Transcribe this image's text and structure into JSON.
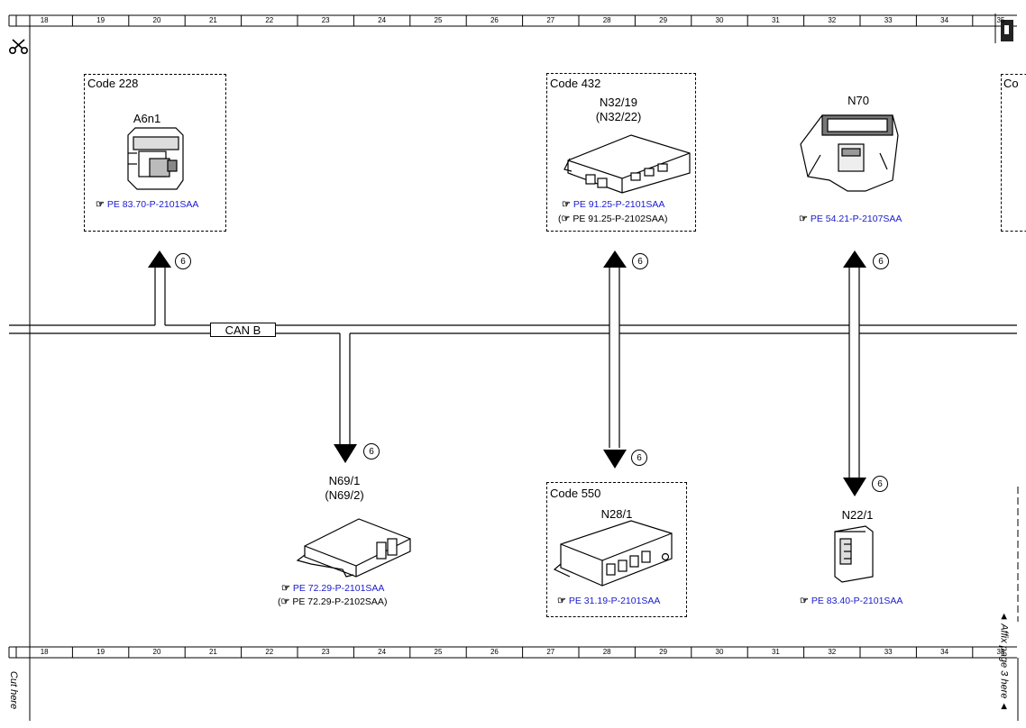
{
  "ruler": {
    "columns": [
      "18",
      "19",
      "20",
      "21",
      "22",
      "23",
      "24",
      "25",
      "26",
      "27",
      "28",
      "29",
      "30",
      "31",
      "32",
      "33",
      "34",
      "35"
    ]
  },
  "bus": {
    "label": "CAN B",
    "line_color": "#000000"
  },
  "colors": {
    "reference_link": "#1a1acc",
    "line": "#000000"
  },
  "connection_marker": "6",
  "components": [
    {
      "id": "a6n1",
      "code": "Code 228",
      "name": "A6n1",
      "ref": "PE 83.70-P-2101SAA",
      "ref_alt": null,
      "icon": "heater-control-unit-icon"
    },
    {
      "id": "n32",
      "code": "Code 432",
      "name": "N32/19",
      "name_alt": "(N32/22)",
      "ref": "PE 91.25-P-2101SAA",
      "ref_alt": "PE 91.25-P-2102SAA)",
      "icon": "seat-control-module-icon"
    },
    {
      "id": "n70",
      "code": null,
      "name": "N70",
      "ref": "PE 54.21-P-2107SAA",
      "ref_alt": null,
      "icon": "overhead-control-panel-icon"
    },
    {
      "id": "n69",
      "code": null,
      "name": "N69/1",
      "name_alt": "(N69/2)",
      "ref": "PE 72.29-P-2101SAA",
      "ref_alt": "PE 72.29-P-2102SAA)",
      "icon": "door-control-module-icon"
    },
    {
      "id": "n28",
      "code": "Code 550",
      "name": "N28/1",
      "ref": "PE 31.19-P-2101SAA",
      "ref_alt": null,
      "icon": "trailer-recognition-module-icon"
    },
    {
      "id": "n22",
      "code": null,
      "name": "N22/1",
      "ref": "PE 83.40-P-2101SAA",
      "ref_alt": null,
      "icon": "ac-control-unit-icon"
    }
  ],
  "partial_box_label": "Co",
  "margin": {
    "cut_here": "Cut here",
    "affix": "◄ Affix page 3 here ◄"
  }
}
